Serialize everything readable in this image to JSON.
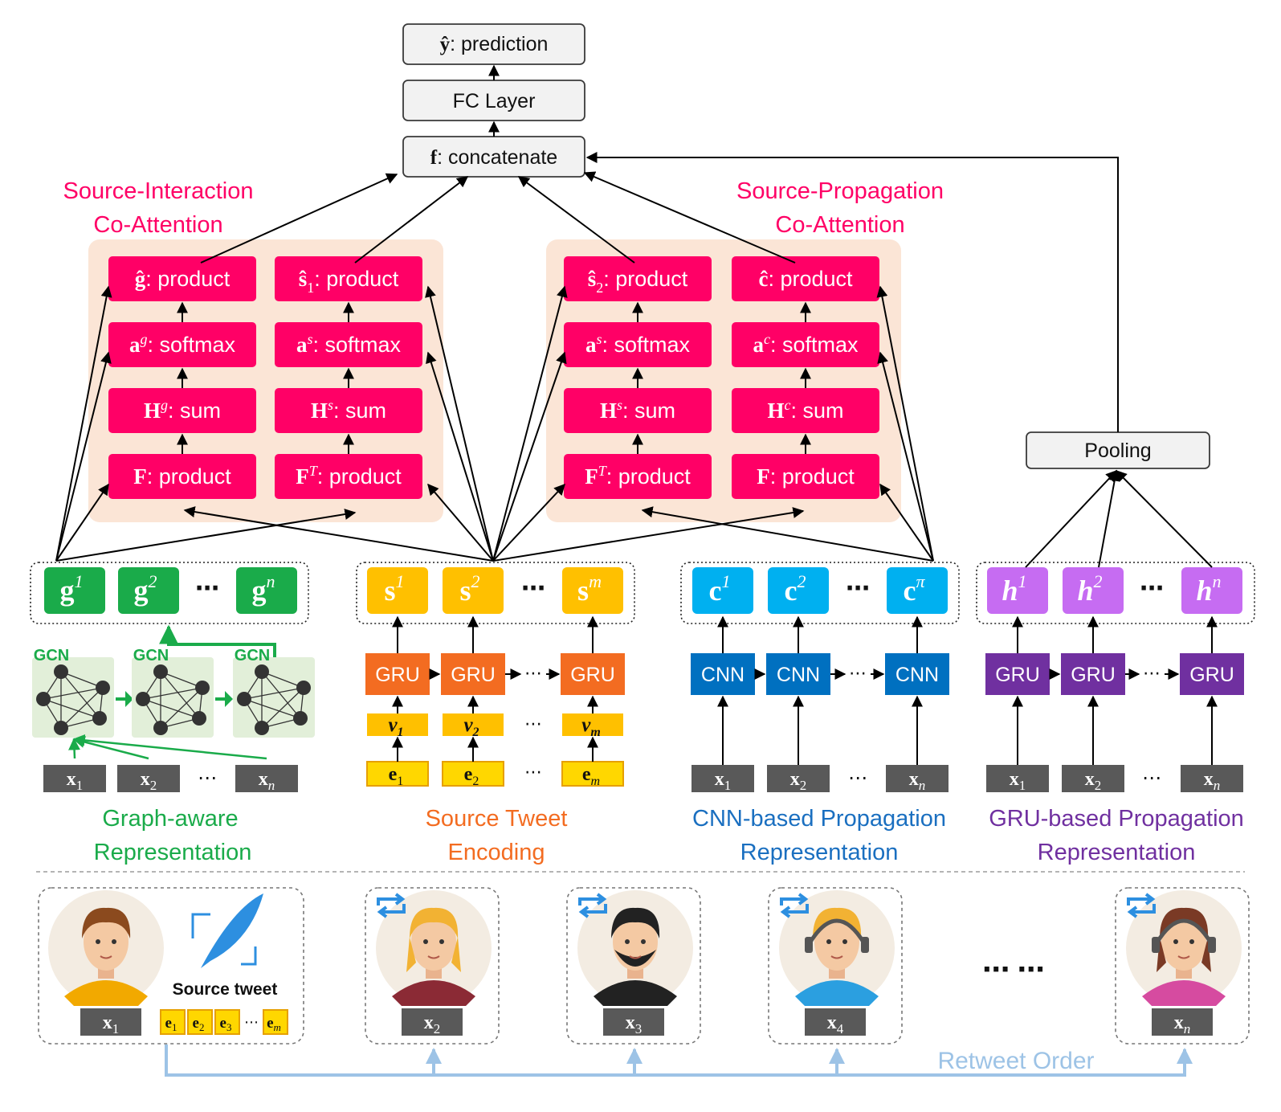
{
  "top": {
    "prediction": {
      "bold": "ŷ",
      "rest": ": prediction"
    },
    "fc_layer": "FC Layer",
    "concatenate": {
      "bold": "f",
      "rest": ": concatenate"
    },
    "pooling": "Pooling"
  },
  "source_interaction": {
    "title_line1": "Source-Interaction",
    "title_line2": "Co-Attention",
    "left_col": [
      {
        "bold": "ĝ",
        "sup": "",
        "rest": ": product"
      },
      {
        "bold": "a",
        "sup": "g",
        "rest": ": softmax"
      },
      {
        "bold": "H",
        "sup": "g",
        "rest": ": sum"
      },
      {
        "bold": "F",
        "sup": "",
        "rest": ": product"
      }
    ],
    "right_col": [
      {
        "bold": "ŝ",
        "sub": "1",
        "rest": ": product"
      },
      {
        "bold": "a",
        "sup": "s",
        "rest": ": softmax"
      },
      {
        "bold": "H",
        "sup": "s",
        "rest": ": sum"
      },
      {
        "bold": "F",
        "sup": "T",
        "rest": ": product"
      }
    ]
  },
  "source_propagation": {
    "title_line1": "Source-Propagation",
    "title_line2": "Co-Attention",
    "left_col": [
      {
        "bold": "ŝ",
        "sub": "2",
        "rest": ": product"
      },
      {
        "bold": "a",
        "sup": "s",
        "rest": ": softmax"
      },
      {
        "bold": "H",
        "sup": "s",
        "rest": ": sum"
      },
      {
        "bold": "F",
        "sup": "T",
        "rest": ": product"
      }
    ],
    "right_col": [
      {
        "bold": "ĉ",
        "sup": "",
        "rest": ": product"
      },
      {
        "bold": "a",
        "sup": "c",
        "rest": ": softmax"
      },
      {
        "bold": "H",
        "sup": "c",
        "rest": ": sum"
      },
      {
        "bold": "F",
        "sup": "",
        "rest": ": product"
      }
    ]
  },
  "graph_repr": {
    "tokens": [
      {
        "base": "g",
        "sup": "1"
      },
      {
        "base": "g",
        "sup": "2"
      },
      {
        "base": "g",
        "sup": "n"
      }
    ],
    "dots": "⋯",
    "gcn_labels": [
      "GCN",
      "GCN",
      "GCN"
    ],
    "inputs": [
      {
        "base": "x",
        "sub": "1"
      },
      {
        "base": "x",
        "sub": "2"
      },
      {
        "base": "x",
        "sub": "n"
      }
    ],
    "input_dots": "⋯",
    "caption_line1": "Graph-aware",
    "caption_line2": "Representation",
    "color": "#1aab4a"
  },
  "source_tweet": {
    "tokens": [
      {
        "base": "s",
        "sup": "1"
      },
      {
        "base": "s",
        "sup": "2"
      },
      {
        "base": "s",
        "sup": "m"
      }
    ],
    "dots": "⋯",
    "units": [
      "GRU",
      "GRU",
      "GRU"
    ],
    "unit_dots": "⋯",
    "vectors": [
      {
        "base": "v",
        "sub": "1"
      },
      {
        "base": "v",
        "sub": "2"
      },
      {
        "base": "v",
        "sub": "m"
      }
    ],
    "vector_dots": "⋯",
    "words": [
      {
        "base": "e",
        "sub": "1"
      },
      {
        "base": "e",
        "sub": "2"
      },
      {
        "base": "e",
        "sub": "m"
      }
    ],
    "word_dots": "⋯",
    "caption_line1": "Source Tweet",
    "caption_line2": "Encoding",
    "color": "#f36c21"
  },
  "cnn_prop": {
    "tokens": [
      {
        "base": "c",
        "sup": "1"
      },
      {
        "base": "c",
        "sup": "2"
      },
      {
        "base": "c",
        "sup": "π"
      }
    ],
    "dots": "⋯",
    "units": [
      "CNN",
      "CNN",
      "CNN"
    ],
    "unit_dots": "⋯",
    "inputs": [
      {
        "base": "x",
        "sub": "1"
      },
      {
        "base": "x",
        "sub": "2"
      },
      {
        "base": "x",
        "sub": "n"
      }
    ],
    "input_dots": "⋯",
    "caption_line1": "CNN-based Propagation",
    "caption_line2": "Representation",
    "color": "#1a6fc0"
  },
  "gru_prop": {
    "tokens": [
      {
        "base": "h",
        "sup": "1"
      },
      {
        "base": "h",
        "sup": "2"
      },
      {
        "base": "h",
        "sup": "n"
      }
    ],
    "dots": "⋯",
    "units": [
      "GRU",
      "GRU",
      "GRU"
    ],
    "unit_dots": "⋯",
    "inputs": [
      {
        "base": "x",
        "sub": "1"
      },
      {
        "base": "x",
        "sub": "2"
      },
      {
        "base": "x",
        "sub": "n"
      }
    ],
    "input_dots": "⋯",
    "caption_line1": "GRU-based Propagation",
    "caption_line2": "Representation",
    "color": "#7030a0"
  },
  "users": {
    "source_tweet_label": "Source tweet",
    "source_words": [
      {
        "base": "e",
        "sub": "1"
      },
      {
        "base": "e",
        "sub": "2"
      },
      {
        "base": "e",
        "sub": "3"
      },
      {
        "base": "e",
        "sub": "m"
      }
    ],
    "source_word_dots": "⋯",
    "labels": [
      {
        "base": "x",
        "sub": "1"
      },
      {
        "base": "x",
        "sub": "2"
      },
      {
        "base": "x",
        "sub": "3"
      },
      {
        "base": "x",
        "sub": "4"
      },
      {
        "base": "x",
        "sub": "n"
      }
    ],
    "between_dots": "⋯ ⋯",
    "retweet_order": "Retweet Order",
    "retweet_color": "#9dc3e6"
  },
  "colors": {
    "pink": "#ff0066",
    "attention_bg": "#fbe5d6",
    "green": "#1aab4a",
    "yellow": "#ffc000",
    "cyan": "#00b0f0",
    "violet": "#c66cf2",
    "gru_orange": "#f36c21",
    "cnn_blue": "#0070c0",
    "gru_purple": "#7030a0"
  }
}
